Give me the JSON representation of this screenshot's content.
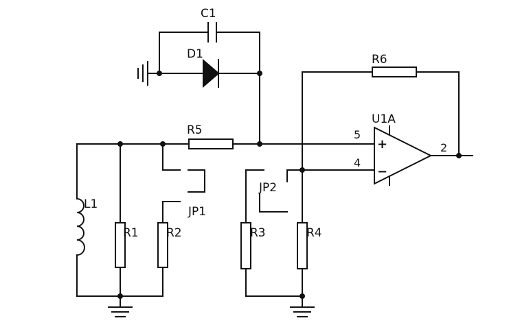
{
  "schematic": {
    "labels": {
      "c1": "C1",
      "d1": "D1",
      "r1": "R1",
      "r2": "R2",
      "r3": "R3",
      "r4": "R4",
      "r5": "R5",
      "r6": "R6",
      "l1": "L1",
      "jp1": "JP1",
      "jp2": "JP2",
      "u1a": "U1A"
    },
    "pins": {
      "noninverting": "5",
      "inverting": "4",
      "output": "2"
    },
    "signs": {
      "plus": "+",
      "minus": "−"
    }
  }
}
